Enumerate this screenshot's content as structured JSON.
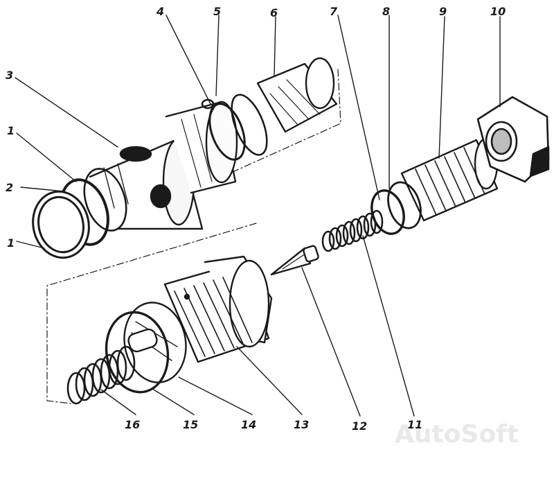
{
  "diagram": {
    "callouts": [
      "1",
      "2",
      "3",
      "1",
      "4",
      "5",
      "6",
      "7",
      "8",
      "9",
      "10",
      "11",
      "12",
      "13",
      "14",
      "15",
      "16"
    ]
  },
  "watermark": "AutoSoft"
}
